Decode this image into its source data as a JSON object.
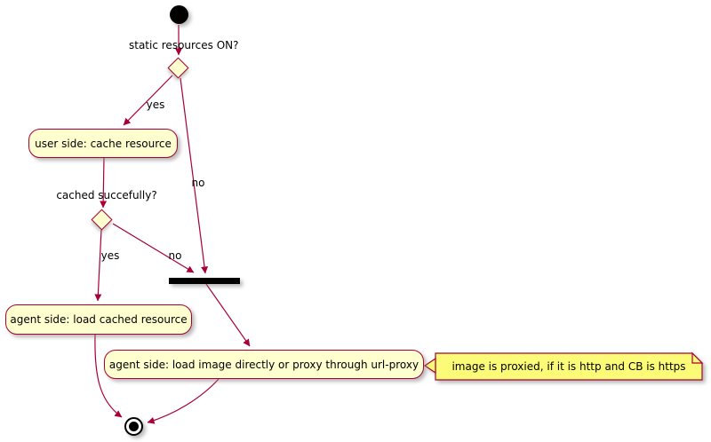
{
  "diagram": {
    "type": "plantuml-activity",
    "colors": {
      "background": "#FFFFFF",
      "node_fill": "#FEFECE",
      "node_border": "#A80036",
      "arrow": "#A80036",
      "note_fill": "#FBFB77",
      "note_border": "#A80036",
      "bar_fill": "#000000",
      "text": "#000000"
    },
    "decisions": [
      {
        "question": "static resources ON?",
        "yes_label": "yes",
        "no_label": "no"
      },
      {
        "question": "cached succefully?",
        "yes_label": "yes",
        "no_label": "no"
      }
    ],
    "activities": [
      {
        "label": "user side: cache resource"
      },
      {
        "label": "agent side: load cached resource"
      },
      {
        "label": "agent side: load image directly or proxy through url-proxy"
      }
    ],
    "note": {
      "text": "image is proxied, if it is http and CB is https"
    },
    "edges": [
      {
        "from": "start",
        "to": "decision-1"
      },
      {
        "from": "decision-1",
        "to": "activity-1",
        "label": "yes"
      },
      {
        "from": "decision-1",
        "to": "join-bar",
        "label": "no"
      },
      {
        "from": "activity-1",
        "to": "decision-2"
      },
      {
        "from": "decision-2",
        "to": "activity-2",
        "label": "yes"
      },
      {
        "from": "decision-2",
        "to": "join-bar",
        "label": "no"
      },
      {
        "from": "join-bar",
        "to": "activity-3"
      },
      {
        "from": "activity-2",
        "to": "end"
      },
      {
        "from": "activity-3",
        "to": "end"
      }
    ]
  }
}
